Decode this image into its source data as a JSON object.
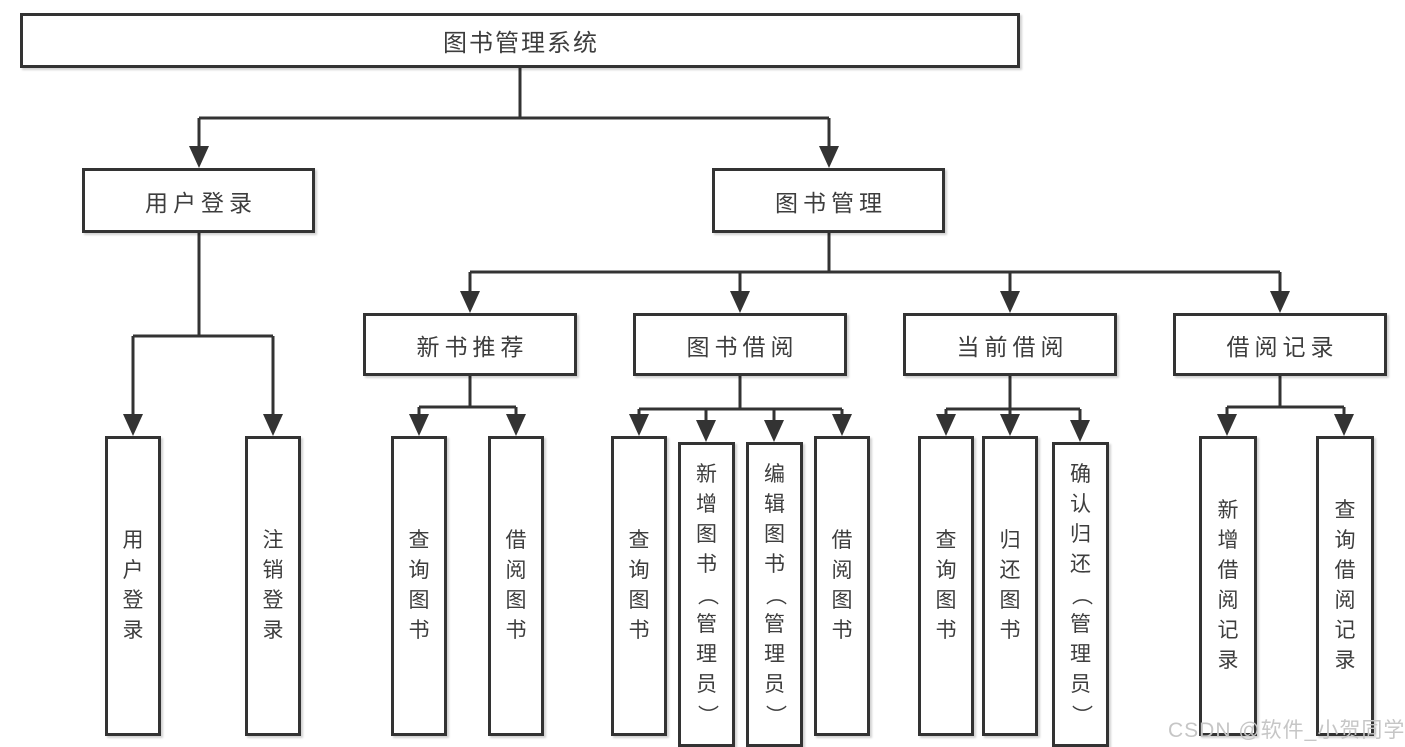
{
  "colors": {
    "line": "#333333",
    "box_border": "#333333",
    "text": "#3d3d3d",
    "watermark_text": "#c6c6c6",
    "background": "#ffffff"
  },
  "watermark": "CSDN @软件_小贺同学",
  "tree": {
    "root": {
      "label": "图书管理系统"
    },
    "branches": [
      {
        "label": "用户登录",
        "children": [
          {
            "label": "用户登录"
          },
          {
            "label": "注销登录"
          }
        ]
      },
      {
        "label": "图书管理",
        "children": [
          {
            "label": "新书推荐",
            "children": [
              {
                "label": "查询图书"
              },
              {
                "label": "借阅图书"
              }
            ]
          },
          {
            "label": "图书借阅",
            "children": [
              {
                "label": "查询图书"
              },
              {
                "label": "新增图书（管理员）"
              },
              {
                "label": "编辑图书（管理员）"
              },
              {
                "label": "借阅图书"
              }
            ]
          },
          {
            "label": "当前借阅",
            "children": [
              {
                "label": "查询图书"
              },
              {
                "label": "归还图书"
              },
              {
                "label": "确认归还（管理员）"
              }
            ]
          },
          {
            "label": "借阅记录",
            "children": [
              {
                "label": "新增借阅记录"
              },
              {
                "label": "查询借阅记录"
              }
            ]
          }
        ]
      }
    ]
  }
}
